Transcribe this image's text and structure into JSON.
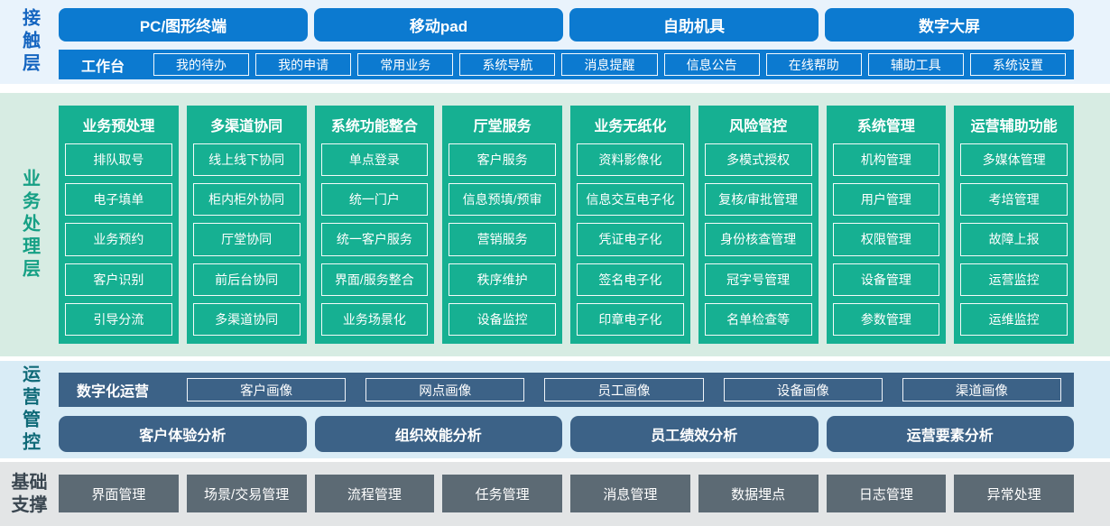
{
  "colors": {
    "blue": "#0c7ad0",
    "blue_light_bg": "#e9f3fc",
    "green": "#16b092",
    "green_light_bg": "#d7ece3",
    "slate_blue": "#3c6287",
    "ops_light_bg": "#d9ecf6",
    "gray": "#5c6a74",
    "gray_light_bg": "#e3e5e6"
  },
  "contact_layer": {
    "label": "接触层",
    "terminals": [
      "PC/图形终端",
      "移动pad",
      "自助机具",
      "数字大屏"
    ],
    "workbench": {
      "label": "工作台",
      "items": [
        "我的待办",
        "我的申请",
        "常用业务",
        "系统导航",
        "消息提醒",
        "信息公告",
        "在线帮助",
        "辅助工具",
        "系统设置"
      ]
    }
  },
  "business_layer": {
    "label": "业务处理层",
    "columns": [
      {
        "title": "业务预处理",
        "items": [
          "排队取号",
          "电子填单",
          "业务预约",
          "客户识别",
          "引导分流"
        ]
      },
      {
        "title": "多渠道协同",
        "items": [
          "线上线下协同",
          "柜内柜外协同",
          "厅堂协同",
          "前后台协同",
          "多渠道协同"
        ]
      },
      {
        "title": "系统功能整合",
        "items": [
          "单点登录",
          "统一门户",
          "统一客户服务",
          "界面/服务整合",
          "业务场景化"
        ]
      },
      {
        "title": "厅堂服务",
        "items": [
          "客户服务",
          "信息预填/预审",
          "营销服务",
          "秩序维护",
          "设备监控"
        ]
      },
      {
        "title": "业务无纸化",
        "items": [
          "资料影像化",
          "信息交互电子化",
          "凭证电子化",
          "签名电子化",
          "印章电子化"
        ]
      },
      {
        "title": "风险管控",
        "items": [
          "多模式授权",
          "复核/审批管理",
          "身份核查管理",
          "冠字号管理",
          "名单检查等"
        ]
      },
      {
        "title": "系统管理",
        "items": [
          "机构管理",
          "用户管理",
          "权限管理",
          "设备管理",
          "参数管理"
        ]
      },
      {
        "title": "运营辅助功能",
        "items": [
          "多媒体管理",
          "考培管理",
          "故障上报",
          "运营监控",
          "运维监控"
        ]
      }
    ]
  },
  "operations_layer": {
    "label": "运营管控",
    "digital_ops": {
      "label": "数字化运营",
      "items": [
        "客户画像",
        "网点画像",
        "员工画像",
        "设备画像",
        "渠道画像"
      ]
    },
    "analysis": [
      "客户体验分析",
      "组织效能分析",
      "员工绩效分析",
      "运营要素分析"
    ]
  },
  "foundation_layer": {
    "label": "基础支撑",
    "items": [
      "界面管理",
      "场景/交易管理",
      "流程管理",
      "任务管理",
      "消息管理",
      "数据埋点",
      "日志管理",
      "异常处理"
    ]
  }
}
